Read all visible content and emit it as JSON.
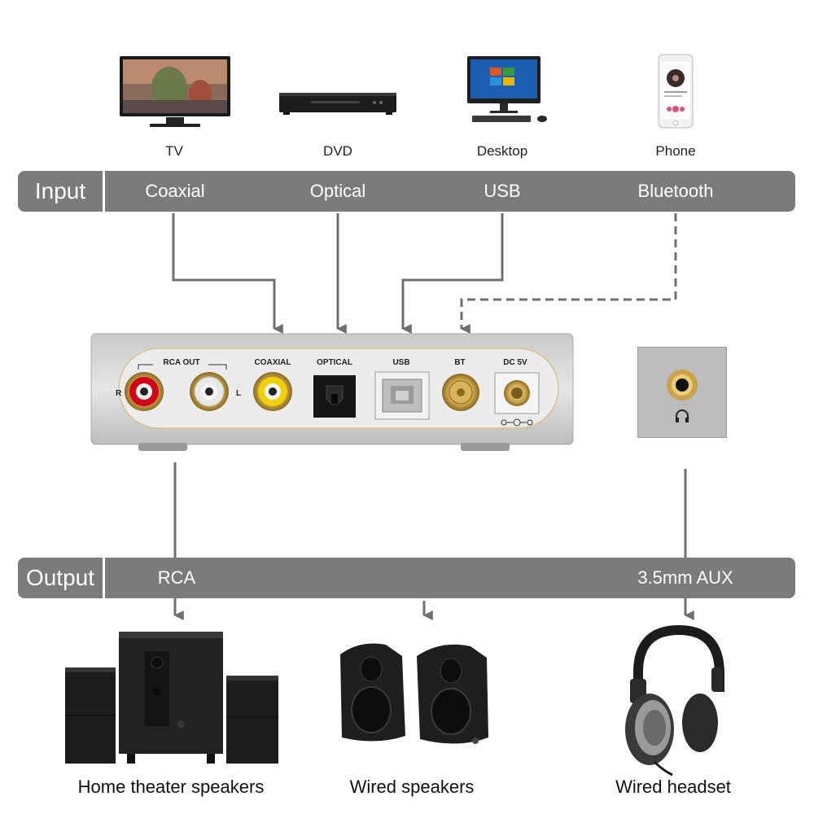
{
  "sources": [
    {
      "label": "TV",
      "icon": "tv-icon"
    },
    {
      "label": "DVD",
      "icon": "dvd-player-icon"
    },
    {
      "label": "Desktop",
      "icon": "desktop-computer-icon"
    },
    {
      "label": "Phone",
      "icon": "smartphone-icon"
    }
  ],
  "input_bar": {
    "title": "Input",
    "items": [
      "Coaxial",
      "Optical",
      "USB",
      "Bluetooth"
    ]
  },
  "device": {
    "rca_out": "RCA OUT",
    "rca_right": "R",
    "rca_left": "L",
    "coaxial": "COAXIAL",
    "optical": "OPTICAL",
    "usb": "USB",
    "bt": "BT",
    "dc": "DC 5V"
  },
  "output_bar": {
    "title": "Output",
    "items": [
      "RCA",
      "3.5mm AUX"
    ]
  },
  "outputs": [
    {
      "label": "Home theater speakers",
      "icon": "home-theater-speakers-icon"
    },
    {
      "label": "Wired speakers",
      "icon": "wired-speakers-icon"
    },
    {
      "label": "Wired headset",
      "icon": "headphones-icon"
    }
  ],
  "colors": {
    "bar": "#7b7b7b",
    "arrow": "#6f6f6f",
    "device_body": "#d9d9d9",
    "rca_red": "#d4001a",
    "rca_white": "#e8e8e8",
    "coaxial_yellow": "#f0d000",
    "gold": "#c9a24a"
  }
}
